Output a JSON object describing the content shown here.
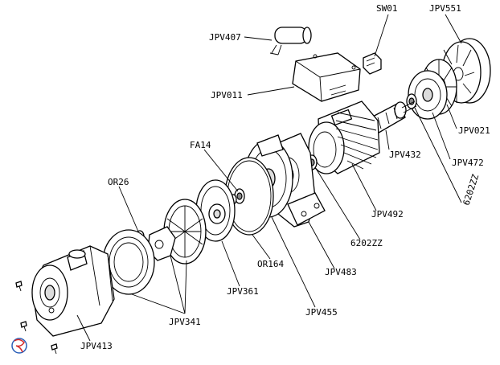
{
  "labels": {
    "sw01": "SW01",
    "jpv551": "JPV551",
    "jpv407": "JPV407",
    "jpv011": "JPV011",
    "jpv021": "JPV021",
    "jpv432": "JPV432",
    "jpv472": "JPV472",
    "b6202zz_right": "6202ZZ",
    "fa14": "FA14",
    "jpv492": "JPV492",
    "or26": "OR26",
    "b6202zz_mid": "6202ZZ",
    "or164": "OR164",
    "jpv483": "JPV483",
    "jpv361": "JPV361",
    "jpv455": "JPV455",
    "jpv341": "JPV341",
    "jpv413": "JPV413"
  },
  "colors": {
    "line": "#000000",
    "background": "#ffffff",
    "fill_light": "#dcdcdc",
    "fill_dark": "#8a8a8a",
    "logo_blue": "#2a5fb8",
    "logo_red": "#d42a2a"
  }
}
